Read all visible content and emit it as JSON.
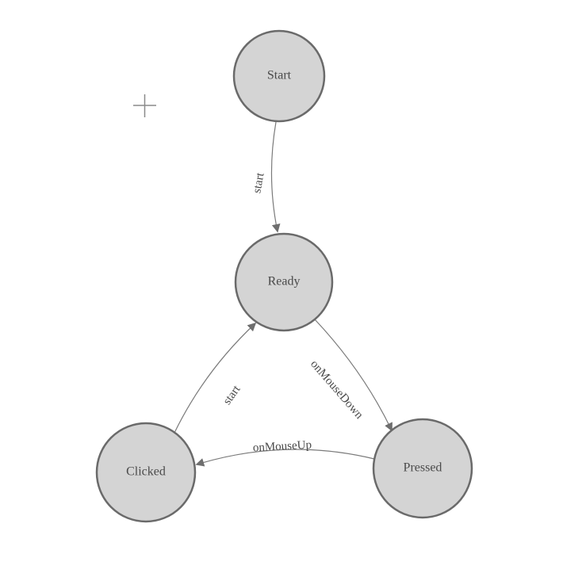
{
  "diagram": {
    "nodes": [
      {
        "id": "start",
        "label": "Start"
      },
      {
        "id": "ready",
        "label": "Ready"
      },
      {
        "id": "clicked",
        "label": "Clicked"
      },
      {
        "id": "pressed",
        "label": "Pressed"
      }
    ],
    "edges": [
      {
        "from": "start",
        "to": "ready",
        "label": "start"
      },
      {
        "from": "ready",
        "to": "pressed",
        "label": "onMouseDown"
      },
      {
        "from": "pressed",
        "to": "clicked",
        "label": "onMouseUp"
      },
      {
        "from": "clicked",
        "to": "ready",
        "label": "start"
      }
    ],
    "icons": {
      "crosshair": "plus-crosshair"
    },
    "colors": {
      "node_fill": "#d4d4d4",
      "node_stroke": "#6a6a6a",
      "edge_stroke": "#7a7a7a",
      "arrow_fill": "#6e6e6e",
      "label_text": "#4a4a4a",
      "background": "#ffffff"
    }
  }
}
